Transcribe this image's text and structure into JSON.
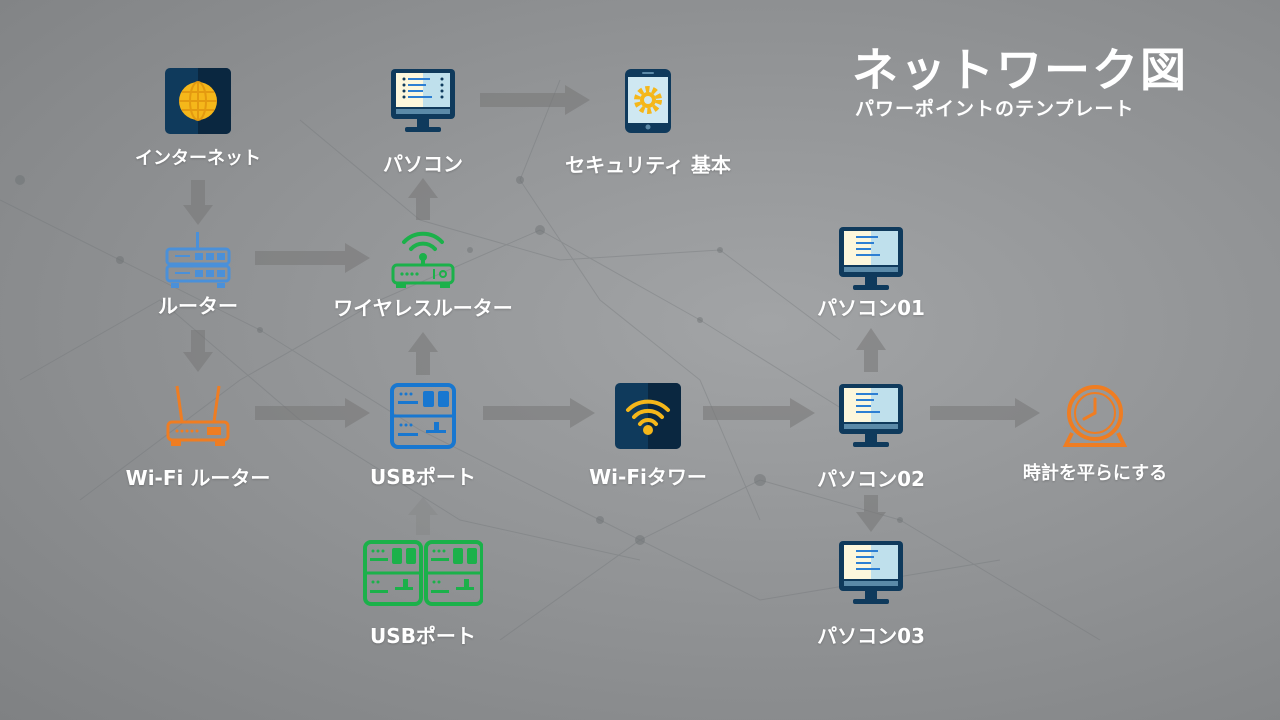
{
  "title": "ネットワーク図",
  "subtitle": "パワーポイントのテンプレート",
  "colors": {
    "navy": "#0f3a5c",
    "blue": "#2d7fd3",
    "green": "#1bb14a",
    "orange": "#ef7d22",
    "yellow": "#f5b71a",
    "arrow": "#777777"
  },
  "nodes": {
    "internet": {
      "label": "インターネット",
      "icon": "globe-icon"
    },
    "pc": {
      "label": "パソコン",
      "icon": "monitor-icon"
    },
    "security": {
      "label": "セキュリティ 基本",
      "icon": "phone-gear-icon"
    },
    "router": {
      "label": "ルーター",
      "icon": "router-icon"
    },
    "wireless_router": {
      "label": "ワイヤレスルーター",
      "icon": "wireless-router-icon"
    },
    "wifi_router": {
      "label": "Wi-Fi ルーター",
      "icon": "wifi-router-icon"
    },
    "usb_port_1": {
      "label": "USBポート",
      "icon": "usb-port-icon"
    },
    "wifi_tower": {
      "label": "Wi-Fiタワー",
      "icon": "wifi-icon"
    },
    "pc02": {
      "label": "パソコン02",
      "icon": "monitor-icon"
    },
    "clock": {
      "label": "時計を平らにする",
      "icon": "clock-icon"
    },
    "pc01": {
      "label": "パソコン01",
      "icon": "monitor-icon"
    },
    "pc03": {
      "label": "パソコン03",
      "icon": "monitor-icon"
    },
    "usb_port_2": {
      "label": "USBポート",
      "icon": "usb-port-icon"
    }
  }
}
